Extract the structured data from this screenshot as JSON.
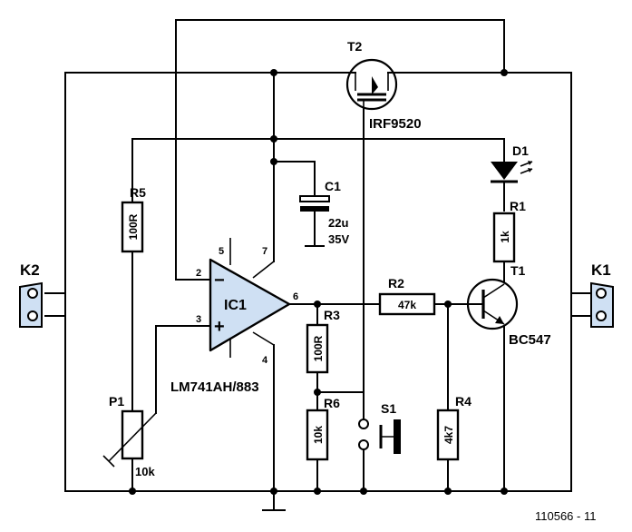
{
  "components": {
    "K1": {
      "ref": "K1"
    },
    "K2": {
      "ref": "K2"
    },
    "T2": {
      "ref": "T2",
      "value": "IRF9520"
    },
    "D1": {
      "ref": "D1"
    },
    "C1": {
      "ref": "C1",
      "value_line1": "22u",
      "value_line2": "35V"
    },
    "R1": {
      "ref": "R1",
      "value": "1k"
    },
    "R2": {
      "ref": "R2",
      "value": "47k"
    },
    "R3": {
      "ref": "R3",
      "value": "100R"
    },
    "R4": {
      "ref": "R4",
      "value": "4k7"
    },
    "R5": {
      "ref": "R5",
      "value": "100R"
    },
    "R6": {
      "ref": "R6",
      "value": "10k"
    },
    "P1": {
      "ref": "P1",
      "value": "10k"
    },
    "IC1": {
      "ref": "IC1",
      "part": "LM741AH/883"
    },
    "T1": {
      "ref": "T1",
      "value": "BC547"
    },
    "S1": {
      "ref": "S1"
    }
  },
  "opamp_pins": {
    "inv": "2",
    "noninv": "3",
    "out": "6",
    "vplus": "7",
    "vminus": "4",
    "offset": "5"
  },
  "opamp_signs": {
    "minus": "−",
    "plus": "+"
  },
  "footer_code": "110566 - 11"
}
